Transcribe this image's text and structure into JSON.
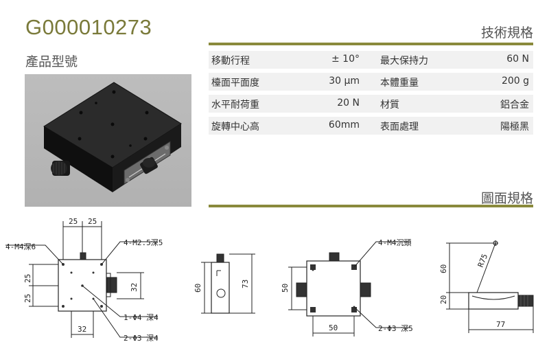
{
  "header": {
    "product_code": "G000010273",
    "product_subtitle": "產品型號"
  },
  "spec_section": {
    "title": "技術規格",
    "rows": [
      {
        "label": "移動行程",
        "value": "± 10°",
        "label2": "最大保持力",
        "value2": "60 N"
      },
      {
        "label": "檯面平面度",
        "value": "30 μm",
        "label2": "本體重量",
        "value2": "200 g"
      },
      {
        "label": "水平耐荷重",
        "value": "20 N",
        "label2": "材質",
        "value2": "鋁合金"
      },
      {
        "label": "旋轉中心高",
        "value": "60mm",
        "label2": "表面處理",
        "value2": "陽極黑"
      }
    ]
  },
  "drawing_section": {
    "title": "圖面規格"
  },
  "drawings": {
    "top_view": {
      "dim_top_left": "25",
      "dim_top_right": "25",
      "dim_left_top": "25",
      "dim_left_bottom": "25",
      "dim_right": "32",
      "dim_bottom": "32",
      "callout_m4": "4-M4深6",
      "callout_m25": "4-M2.5深5",
      "callout_phi4": "1-Φ4 深4",
      "callout_phi3": "2-Φ3 深4"
    },
    "side_view": {
      "dim_left": "60",
      "dim_right": "73"
    },
    "bottom_view": {
      "callout_m4": "4-M4沉頭",
      "dim_left": "50",
      "dim_bottom": "50",
      "callout_phi3": "2-Φ3 深5"
    },
    "front_view": {
      "dim_height_top": "60",
      "dim_height_bottom": "20",
      "dim_radius": "R75",
      "dim_width": "77"
    }
  }
}
